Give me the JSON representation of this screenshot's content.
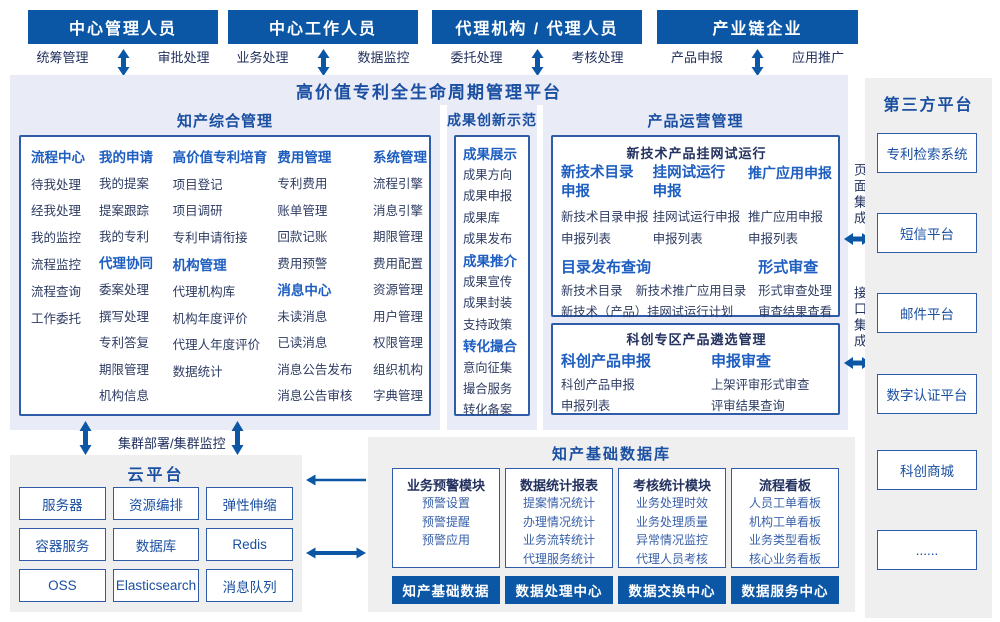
{
  "colors": {
    "primary": "#0b57a5",
    "title_text": "#1a4fa2",
    "subheader": "#1e5ec0",
    "item_text": "#2e3c63",
    "db_item": "#3a61aa",
    "border": "#2e5ca8",
    "lavender": "#e9ebf6",
    "panel_gray": "#efefef",
    "navy": "#22315e"
  },
  "roles": [
    {
      "title": "中心管理人员",
      "left": "统筹管理",
      "right": "审批处理"
    },
    {
      "title": "中心工作人员",
      "left": "业务处理",
      "right": "数据监控"
    },
    {
      "title": "代理机构 / 代理人员",
      "left": "委托处理",
      "right": "考核处理"
    },
    {
      "title": "产业链企业",
      "left": "产品申报",
      "right": "应用推广"
    }
  ],
  "platform_title": "高价值专利全生命周期管理平台",
  "s1": {
    "title": "知产综合管理",
    "cols": [
      {
        "g": [
          {
            "h": "流程中心",
            "i": [
              "待我处理",
              "经我处理",
              "我的监控",
              "流程监控",
              "流程查询",
              "工作委托"
            ]
          }
        ]
      },
      {
        "g": [
          {
            "h": "我的申请",
            "i": [
              "我的提案",
              "提案跟踪",
              "我的专利"
            ]
          },
          {
            "h": "代理协同",
            "i": [
              "委案处理",
              "撰写处理",
              "专利答复",
              "期限管理",
              "机构信息"
            ]
          }
        ]
      },
      {
        "g": [
          {
            "h": "高价值专利培育",
            "i": [
              "项目登记",
              "项目调研",
              "专利申请衔接"
            ]
          },
          {
            "h": "机构管理",
            "i": [
              "代理机构库",
              "机构年度评价",
              "代理人年度评价",
              "数据统计"
            ]
          }
        ]
      },
      {
        "g": [
          {
            "h": "费用管理",
            "i": [
              "专利费用",
              "账单管理",
              "回款记账",
              "费用预警"
            ]
          },
          {
            "h": "消息中心",
            "i": [
              "未读消息",
              "已读消息",
              "消息公告发布",
              "消息公告审核"
            ]
          }
        ]
      },
      {
        "g": [
          {
            "h": "系统管理",
            "i": [
              "流程引擎",
              "消息引擎",
              "期限管理",
              "费用配置",
              "资源管理",
              "用户管理",
              "权限管理",
              "组织机构",
              "字典管理"
            ]
          }
        ]
      }
    ]
  },
  "s2": {
    "title": "成果创新示范",
    "g": [
      {
        "h": "成果展示",
        "i": [
          "成果方向",
          "成果申报",
          "成果库",
          "成果发布"
        ]
      },
      {
        "h": "成果推介",
        "i": [
          "成果宣传",
          "成果封装",
          "支持政策"
        ]
      },
      {
        "h": "转化撮合",
        "i": [
          "意向征集",
          "撮合服务",
          "转化备案"
        ]
      }
    ]
  },
  "s3": {
    "title": "产品运营管理",
    "boxA": {
      "title": "新技术产品挂网试运行",
      "cols": [
        {
          "h": "新技术目录申报",
          "i": [
            "新技术目录申报",
            "申报列表"
          ]
        },
        {
          "h": "挂网试运行申报",
          "i": [
            "挂网试运行申报",
            "申报列表"
          ]
        },
        {
          "h": "推广应用申报",
          "i": [
            "推广应用申报",
            "申报列表"
          ]
        }
      ],
      "lower": [
        {
          "h": "目录发布查询",
          "i": [
            "新技术目录",
            "新技术推广应用目录",
            "新技术（产品）挂网试运行计划"
          ]
        },
        {
          "h": "形式审查",
          "i": [
            "形式审查处理",
            "审查结果查看"
          ]
        }
      ]
    },
    "boxB": {
      "title": "科创专区产品遴选管理",
      "cols": [
        {
          "h": "科创产品申报",
          "i": [
            "科创产品申报",
            "申报列表"
          ]
        },
        {
          "h": "申报审查",
          "i": [
            "上架评审形式审查",
            "评审结果查询"
          ]
        }
      ]
    }
  },
  "integration": {
    "page": "页面集成",
    "api": "接口集成"
  },
  "third_party": {
    "title": "第三方平台",
    "items": [
      "专利检索系统",
      "短信平台",
      "邮件平台",
      "数字认证平台",
      "科创商城",
      "......"
    ]
  },
  "cluster_label": "集群部署/集群监控",
  "cloud": {
    "title": "云平台",
    "items": [
      "服务器",
      "资源编排",
      "弹性伸缩",
      "容器服务",
      "数据库",
      "Redis",
      "OSS",
      "Elasticsearch",
      "消息队列"
    ]
  },
  "db": {
    "title": "知产基础数据库",
    "modules": [
      {
        "h": "业务预警模块",
        "i": [
          "预警设置",
          "预警提醒",
          "预警应用"
        ]
      },
      {
        "h": "数据统计报表",
        "i": [
          "提案情况统计",
          "办理情况统计",
          "业务流转统计",
          "代理服务统计"
        ]
      },
      {
        "h": "考核统计模块",
        "i": [
          "业务处理时效",
          "业务处理质量",
          "异常情况监控",
          "代理人员考核"
        ]
      },
      {
        "h": "流程看板",
        "i": [
          "人员工单看板",
          "机构工单看板",
          "业务类型看板",
          "核心业务看板"
        ]
      }
    ],
    "footers": [
      "知产基础数据",
      "数据处理中心",
      "数据交换中心",
      "数据服务中心"
    ]
  }
}
